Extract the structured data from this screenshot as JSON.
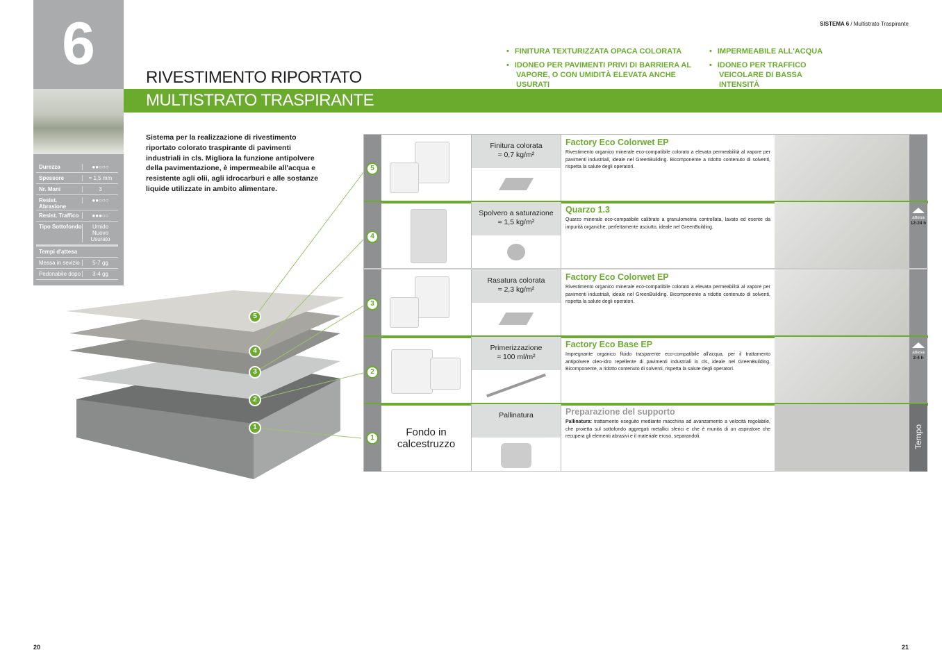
{
  "header": {
    "system": "SISTEMA 6",
    "subtitle": " / Multistrato Traspirante"
  },
  "section_number": "6",
  "title": {
    "line1": "RIVESTIMENTO RIPORTATO",
    "line2": "MULTISTRATO TRASPIRANTE"
  },
  "features": [
    "FINITURA TEXTURIZZATA OPACA COLORATA",
    "IDONEO PER PAVIMENTI PRIVI DI BARRIERA AL VAPORE, O CON UMIDITÀ ELEVATA ANCHE USURATI",
    "IMPERMEABILE ALL'ACQUA",
    "IDONEO PER TRAFFICO VEICOLARE DI BASSA INTENSITÀ"
  ],
  "intro": "Sistema per la realizzazione di rivestimento riportato colorato traspirante di pavimenti industriali in cls. Migliora la funzione antipolvere della pavimentazione, è impermeabile all'acqua e resistente agli olii, agli idrocarburi e alle sostanze liquide utilizzate in ambito alimentare.",
  "properties": [
    {
      "k": "Durezza",
      "v": "●●○○○",
      "rating": 2
    },
    {
      "k": "Spessore",
      "v": "≈ 1,5 mm"
    },
    {
      "k": "Nr. Mani",
      "v": "3"
    },
    {
      "k": "Resist. Abrasione",
      "v": "●●○○○",
      "rating": 2
    },
    {
      "k": "Resist. Traffico",
      "v": "●●●○○",
      "rating": 3
    },
    {
      "k": "Tipo Sottofondo",
      "v": "Umido Nuovo Usurato"
    }
  ],
  "waiting": {
    "title": "Tempi d'attesa",
    "rows": [
      {
        "k": "Messa in sevizio",
        "v": "5-7 gg"
      },
      {
        "k": "Pedonabile dopo",
        "v": "3-4 gg"
      }
    ]
  },
  "layers": [
    "5",
    "4",
    "3",
    "2",
    "1"
  ],
  "rows": [
    {
      "n": "5",
      "step": "Finitura colorata",
      "qty": "≈ 0,7 kg/m²",
      "product": "Factory Eco Colorwet EP",
      "text": "Rivestimento organico minerale eco-compatibile colorato a elevata permeabilità al vapore per pavimenti industriali, ideale nel GreenBuilding. Bicomponente a ridotto contenuto di solventi, rispetta la salute degli operatori."
    },
    {
      "n": "4",
      "step": "Spolvero a saturazione",
      "qty": "≈ 1,5 kg/m²",
      "product": "Quarzo 1.3",
      "text": "Quarzo minerale eco-compatibile calibrato a granulometria controllata, lavato ed esente da impurità organiche, perfettamente asciutto, ideale nel GreenBuilding."
    },
    {
      "n": "3",
      "step": "Rasatura colorata",
      "qty": "≈ 2,3 kg/m²",
      "product": "Factory Eco Colorwet EP",
      "text": "Rivestimento organico minerale eco-compatibile colorato a elevata permeabilità al vapore per pavimenti industriali, ideale nel GreenBuilding. Bicomponente a ridotto contenuto di solventi, rispetta la salute degli operatori."
    },
    {
      "n": "2",
      "step": "Primerizzazione",
      "qty": "≈ 100 ml/m²",
      "product": "Factory Eco Base EP",
      "text": "Impregnante organico fluido trasparente eco-compatibile all'acqua, per il trattamento antipolvere oleo-idro repellente di pavimenti industriali in cls, ideale nel GreenBuilding. Bicomponente, a ridotto contenuto di solventi, rispetta la salute degli operatori."
    },
    {
      "n": "1",
      "step": "Pallinatura",
      "qty": "",
      "substrate": "Fondo in calcestruzzo",
      "product": "Preparazione del supporto",
      "lead": "Pallinatura:",
      "text": " trattamento eseguito mediante macchina ad avanzamento a velocità regolabile, che proietta sul sottofondo aggregati metallici sferici e che è munita di un aspiratore che recupera gli elementi abrasivi e il materiale eroso, separandoli."
    }
  ],
  "timing": [
    {
      "label": "attesa",
      "value": "12-24 h"
    },
    {
      "label": "attesa",
      "value": "2-4 h"
    }
  ],
  "time_axis": "Tempo",
  "pages": {
    "left": "20",
    "right": "21"
  },
  "colors": {
    "green": "#6aab2e",
    "gray": "#a9abad"
  }
}
